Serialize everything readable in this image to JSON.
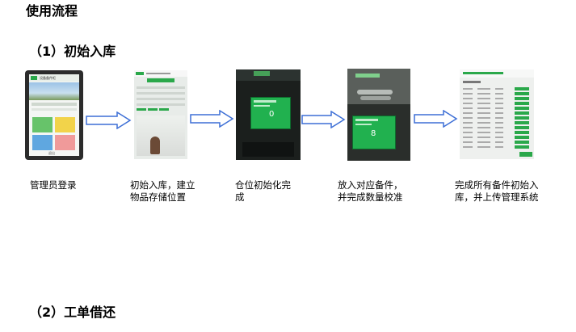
{
  "page": {
    "title": "使用流程",
    "section1": "（1）初始入库",
    "section2": "（2）工单借还"
  },
  "steps": [
    {
      "caption": "管理员登录"
    },
    {
      "caption": "初始入库，建立物品存储位置"
    },
    {
      "caption": "仓位初始化完成"
    },
    {
      "caption": "放入对应备件，并完成数量校准"
    },
    {
      "caption": "完成所有备件初始入库，并上传管理系统"
    }
  ],
  "screens": {
    "s1_header": "设备备件柜",
    "s1_footer": "退出",
    "s3_value": "0",
    "s4_value": "8"
  },
  "colors": {
    "accent_green": "#2aa84a",
    "arrow_blue": "#3d6fd6",
    "dark_bg": "#1b1f1d"
  }
}
